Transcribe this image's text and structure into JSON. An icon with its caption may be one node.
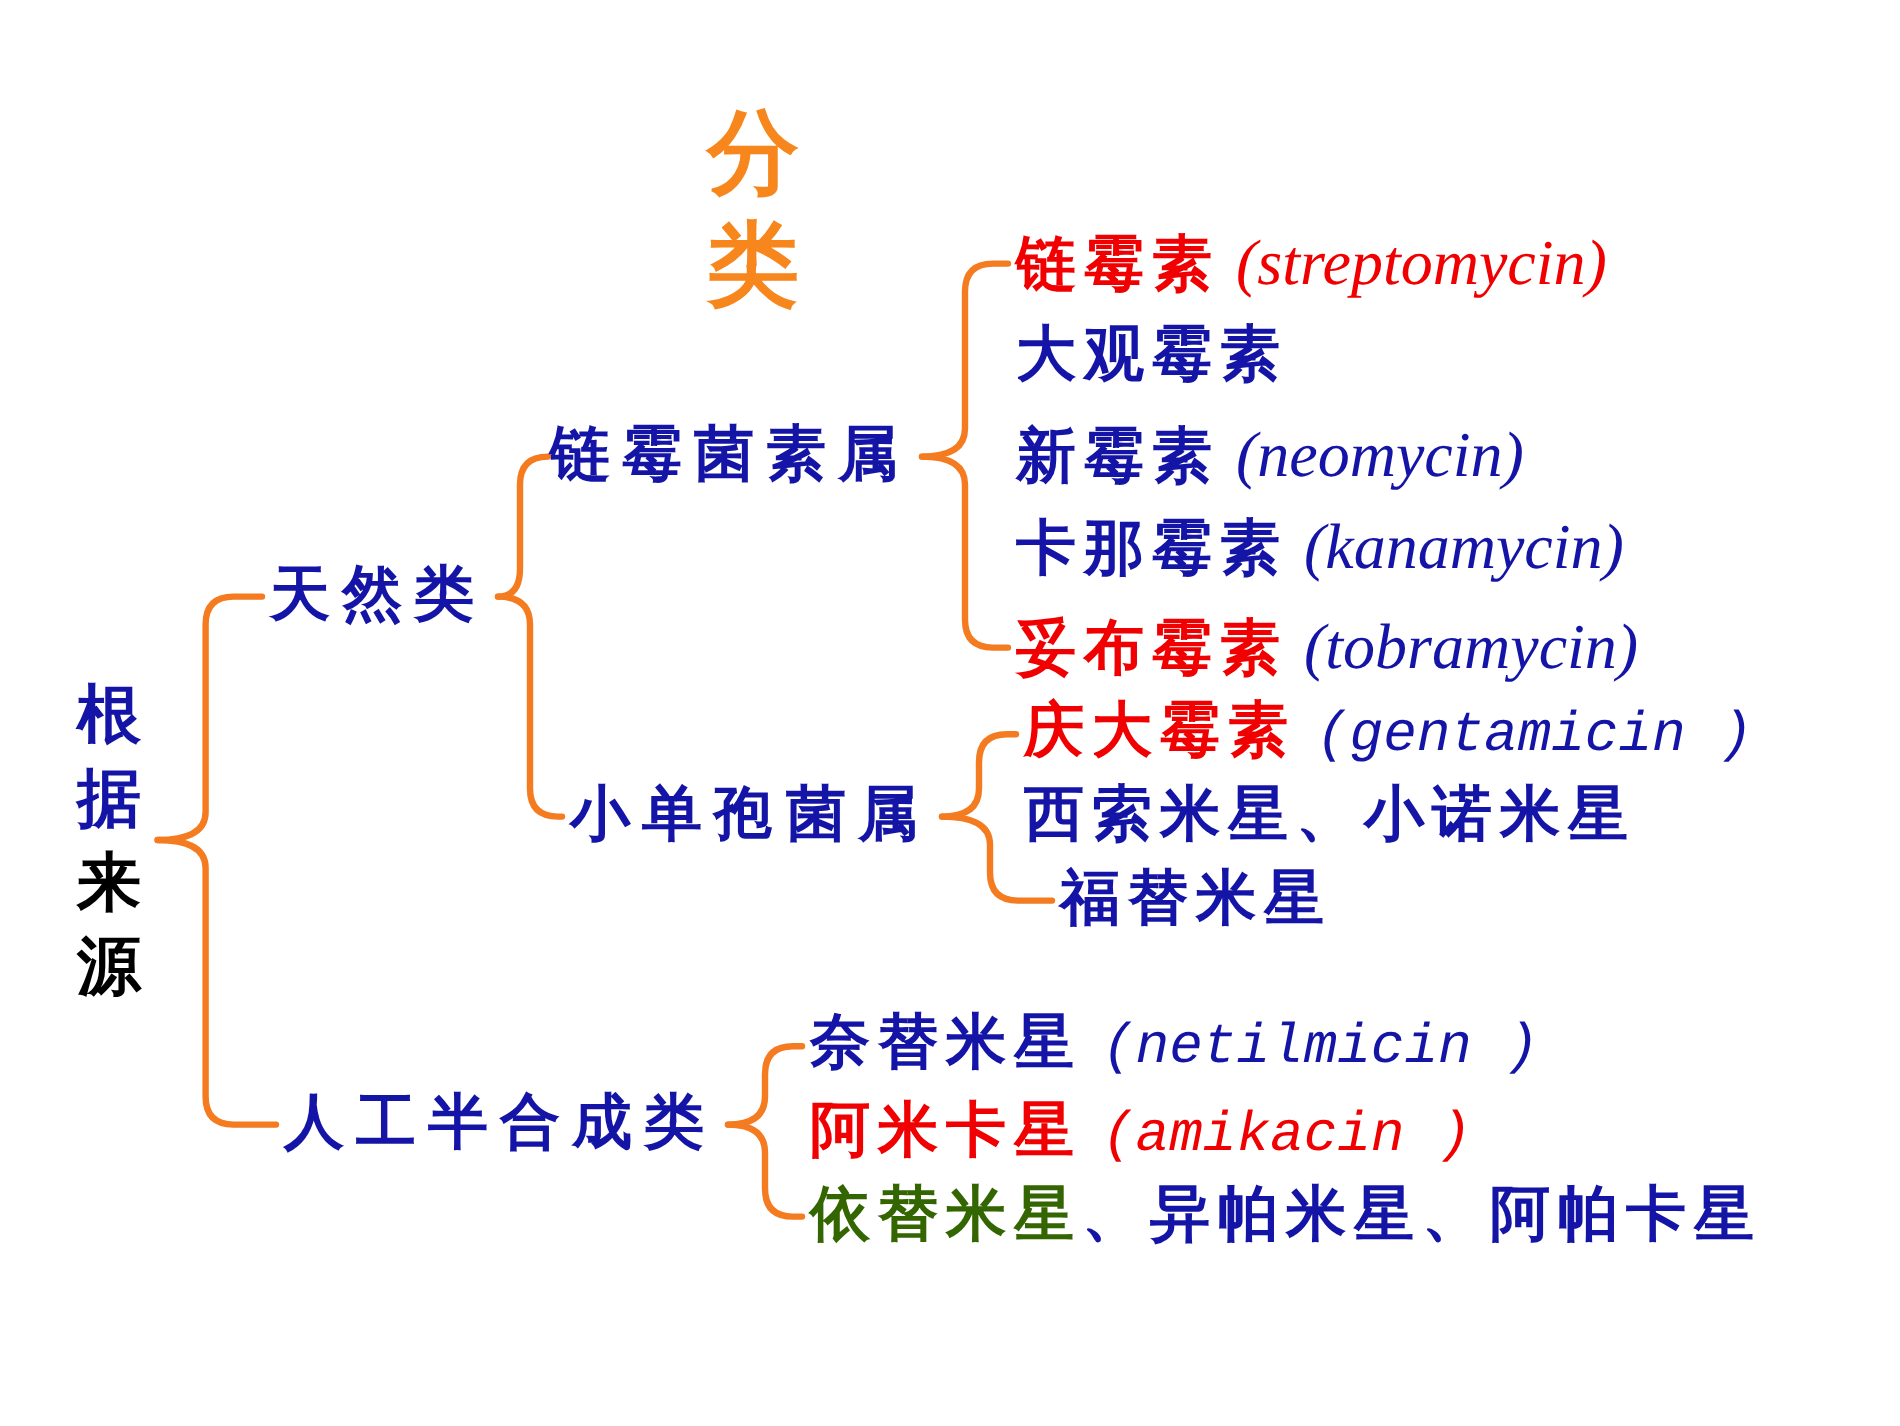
{
  "diagram": {
    "title": "分类",
    "nodes": [
      {
        "text": [
          "根据",
          "来源"
        ]
      },
      {
        "text": [
          "天然类"
        ]
      },
      {
        "text": [
          "链霉菌素属"
        ]
      },
      {
        "text": [
          "链霉素",
          "(streptomycin)"
        ]
      },
      {
        "text": [
          "大观霉素"
        ]
      },
      {
        "text": [
          "新霉素",
          "(neomycin)"
        ]
      },
      {
        "text": [
          "卡那霉素",
          "(kanamycin)"
        ]
      },
      {
        "text": [
          "妥布霉素",
          "(tobramycin)"
        ]
      },
      {
        "text": [
          "小单孢菌属"
        ]
      },
      {
        "text": [
          "庆大霉素",
          "(gentamicin )"
        ]
      },
      {
        "text": [
          "西索米星、小诺米星"
        ]
      },
      {
        "text": [
          "福替米星"
        ]
      },
      {
        "text": [
          "人工半合成类"
        ]
      },
      {
        "text": [
          "奈替米星",
          "(netilmicin )"
        ]
      },
      {
        "text": [
          "阿米卡星",
          "(amikacin )"
        ]
      },
      {
        "text": [
          "依替米星",
          "、异帕米星、阿帕卡星"
        ]
      }
    ],
    "edges": [
      {
        "from": 0,
        "to": 1,
        "arrow": "none"
      },
      {
        "from": 0,
        "to": 12,
        "arrow": "none"
      },
      {
        "from": 1,
        "to": 2,
        "arrow": "none"
      },
      {
        "from": 1,
        "to": 8,
        "arrow": "none"
      },
      {
        "from": 2,
        "to": 3,
        "arrow": "none"
      },
      {
        "from": 2,
        "to": 7,
        "arrow": "none"
      },
      {
        "from": 8,
        "to": 9,
        "arrow": "none"
      },
      {
        "from": 8,
        "to": 11,
        "arrow": "none"
      },
      {
        "from": 12,
        "to": 13,
        "arrow": "none"
      },
      {
        "from": 12,
        "to": 15,
        "arrow": "none"
      }
    ]
  }
}
